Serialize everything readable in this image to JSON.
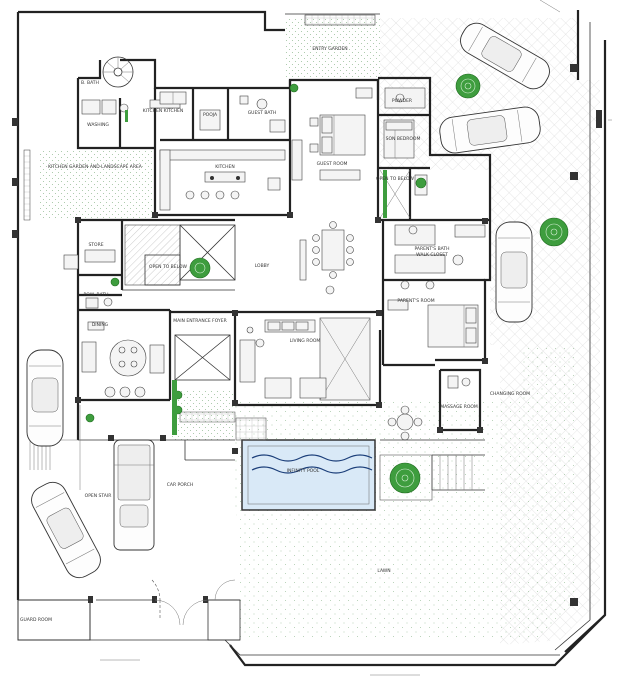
{
  "rooms": {
    "bath_tl": "B. BATH",
    "washing": "WASHING",
    "kitchen_kitchen": "KITCHEN KITCHEN",
    "pooja": "POOJA",
    "guest_bath": "GUEST BATH",
    "kitchen_garden": "KITCHEN GARDEN AND LANDSCAPE AREA",
    "kitchen": "KITCHEN",
    "guest_room": "GUEST ROOM",
    "powder": "POWDER",
    "son_bedroom": "SON BEDROOM",
    "open_to_below_right": "OPEN TO BELOW",
    "store": "STORE",
    "open_to_below_left": "OPEN TO BELOW",
    "lobby": "LOBBY",
    "pwd_bath": "POW. BATH",
    "dining": "DINING",
    "main_entrance_foyer": "MAIN ENTRANCE FOYER",
    "living_room": "LIVING ROOM",
    "parents_bath": "PARENT'S BATH",
    "walk_in_closet": "WALK CLOSET",
    "parents_room": "PARENT'S ROOM",
    "changing_room": "CHANGING ROOM",
    "massage_room": "MASSAGE ROOM",
    "entry_garden": "ENTRY GARDEN",
    "infinity_pool": "INFINITY POOL",
    "car_porch": "CAR PORCH",
    "lawn": "LAWN",
    "guard_room": "GUARD ROOM",
    "open_stair": "OPEN STAIR"
  },
  "colors": {
    "wall": "#222222",
    "tree": "#3e9d3e",
    "pool": "#d9e9f7",
    "pool_wave": "#1c3f7a",
    "garden_dots": "#9bbf9b",
    "paving": "#e8e8e8"
  }
}
